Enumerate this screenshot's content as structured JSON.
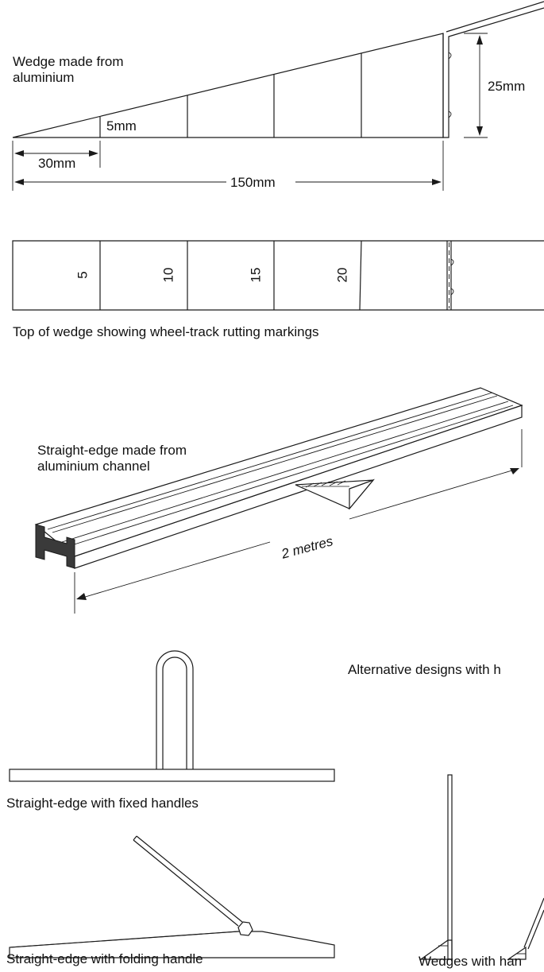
{
  "wedge_side": {
    "label_line1": "Wedge made from",
    "label_line2": "aluminium",
    "dim_5mm": "5mm",
    "dim_25mm": "25mm",
    "dim_30mm": "30mm",
    "dim_150mm": "150mm"
  },
  "wedge_top": {
    "markings": [
      "5",
      "10",
      "15",
      "20"
    ],
    "caption": "Top of wedge showing wheel-track rutting markings"
  },
  "straight_edge": {
    "label_line1": "Straight-edge made from",
    "label_line2": "aluminium channel",
    "length_label": "2 metres"
  },
  "alternatives": {
    "heading": "Alternative designs with h",
    "fixed_caption": "Straight-edge with fixed handles",
    "folding_caption": "Straight-edge with folding handle",
    "wedges_caption": "Wedges with han"
  }
}
